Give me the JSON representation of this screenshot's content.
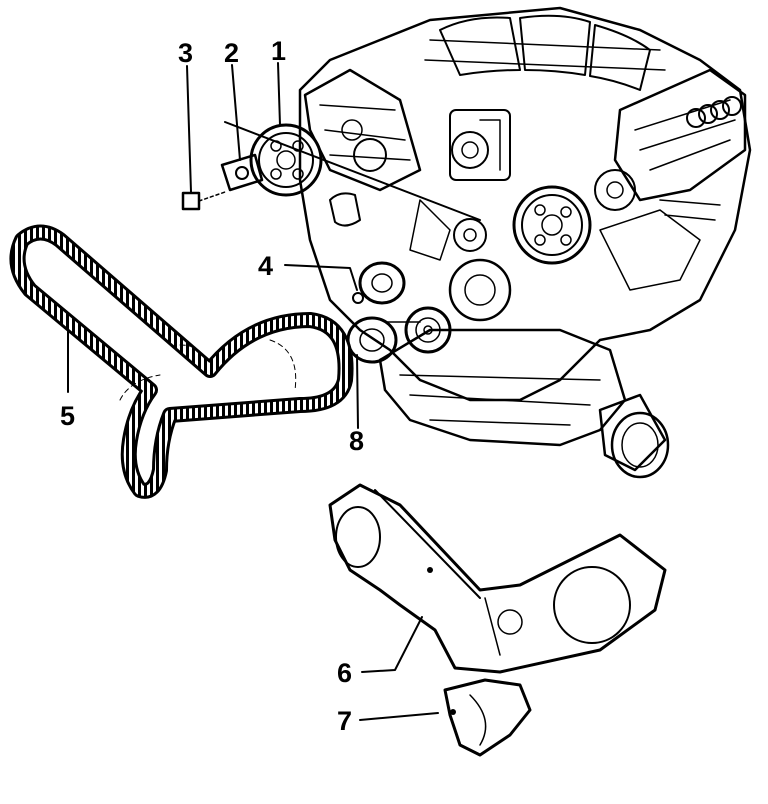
{
  "callouts": [
    {
      "id": "1",
      "text": "1"
    },
    {
      "id": "2",
      "text": "2"
    },
    {
      "id": "3",
      "text": "3"
    },
    {
      "id": "4",
      "text": "4"
    },
    {
      "id": "5",
      "text": "5"
    },
    {
      "id": "6",
      "text": "6"
    },
    {
      "id": "7",
      "text": "7"
    },
    {
      "id": "8",
      "text": "8"
    }
  ],
  "logo": {
    "brand_rings": 4
  },
  "colors": {
    "ink": "#000000",
    "paper": "#ffffff"
  }
}
